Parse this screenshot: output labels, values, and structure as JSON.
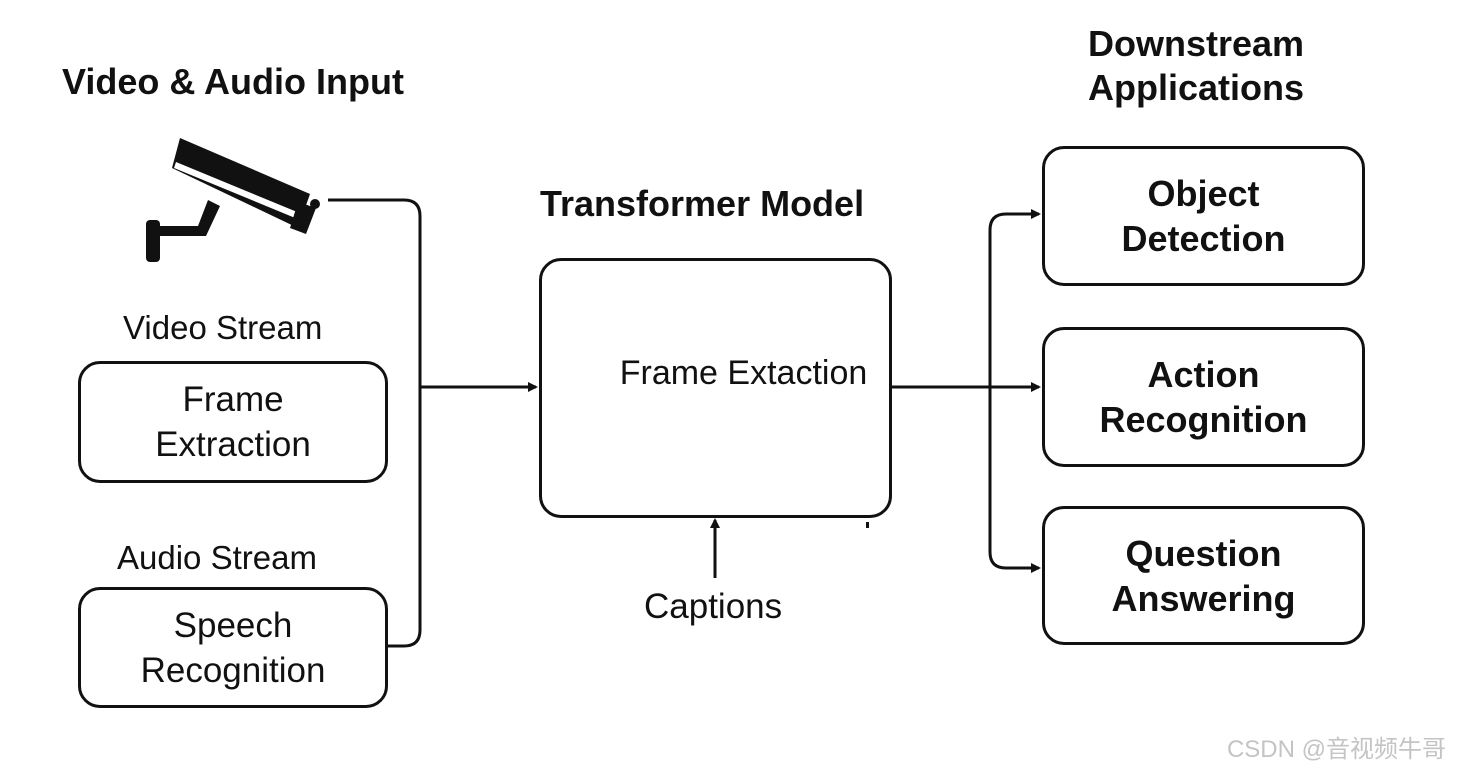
{
  "input_section": {
    "title": "Video & Audio Input",
    "icon": "camera-icon",
    "video_label": "Video Stream",
    "video_box": "Frame\nExtraction",
    "audio_label": "Audio Stream",
    "audio_box": "Speech\nRecognition"
  },
  "model_section": {
    "title": "Transformer Model",
    "box_text": "Frame Extaction",
    "captions_label": "Captions"
  },
  "output_section": {
    "title": "Downstream\nApplications",
    "apps": [
      {
        "label": "Object\nDetection"
      },
      {
        "label": "Action\nRecognition"
      },
      {
        "label": "Question\nAnswering"
      }
    ]
  },
  "watermark": "CSDN @音视频牛哥",
  "colors": {
    "stroke": "#111111",
    "background": "#ffffff",
    "watermark": "#c4c4c4"
  }
}
